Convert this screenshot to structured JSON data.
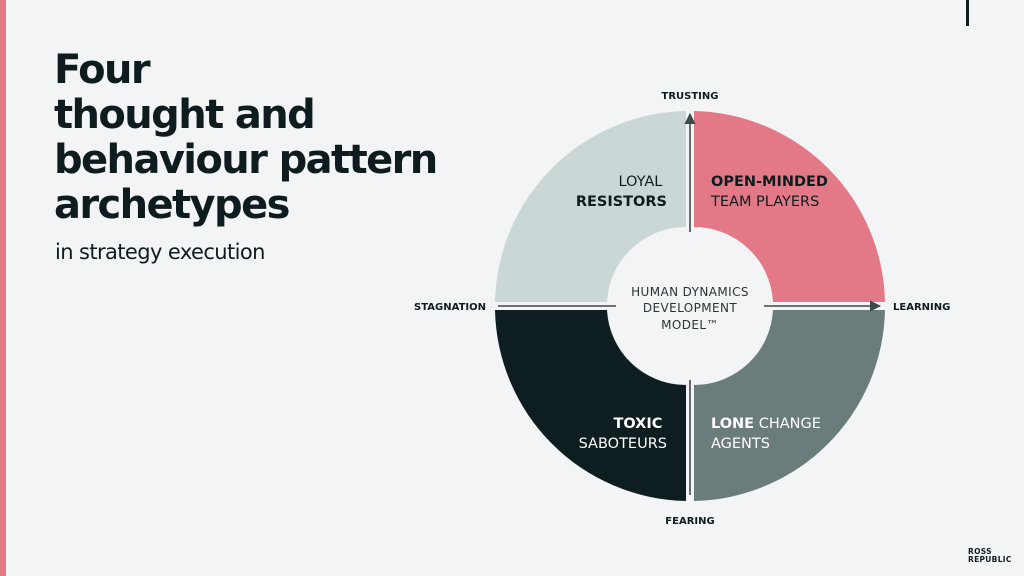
{
  "title_lines": [
    "Four",
    "thought and",
    "behaviour pattern",
    "archetypes"
  ],
  "subtitle": "in strategy execution",
  "axes": {
    "top": "TRUSTING",
    "bottom": "FEARING",
    "left": "STAGNATION",
    "right": "LEARNING"
  },
  "center_lines": [
    "HUMAN DYNAMICS",
    "DEVELOPMENT",
    "MODEL™"
  ],
  "quadrants": {
    "top_left": {
      "line1": "LOYAL",
      "line2": "RESISTORS",
      "color": "#cbd7d6",
      "text_color": "#0f1c1f"
    },
    "top_right": {
      "line1": "OPEN-MINDED",
      "line2": "TEAM PLAYERS",
      "color": "#e37987",
      "text_color": "#0f1c1f"
    },
    "bottom_left": {
      "line1": "TOXIC",
      "line2": "SABOTEURS",
      "color": "#0d1d20",
      "text_color": "#ffffff"
    },
    "bottom_right": {
      "line1_bold": "LONE",
      "line1_rest": " CHANGE",
      "line2": "AGENTS",
      "color": "#6b7c7c",
      "text_color": "#ffffff"
    }
  },
  "logo_lines": [
    "ROSS",
    "REPUBLIC"
  ]
}
